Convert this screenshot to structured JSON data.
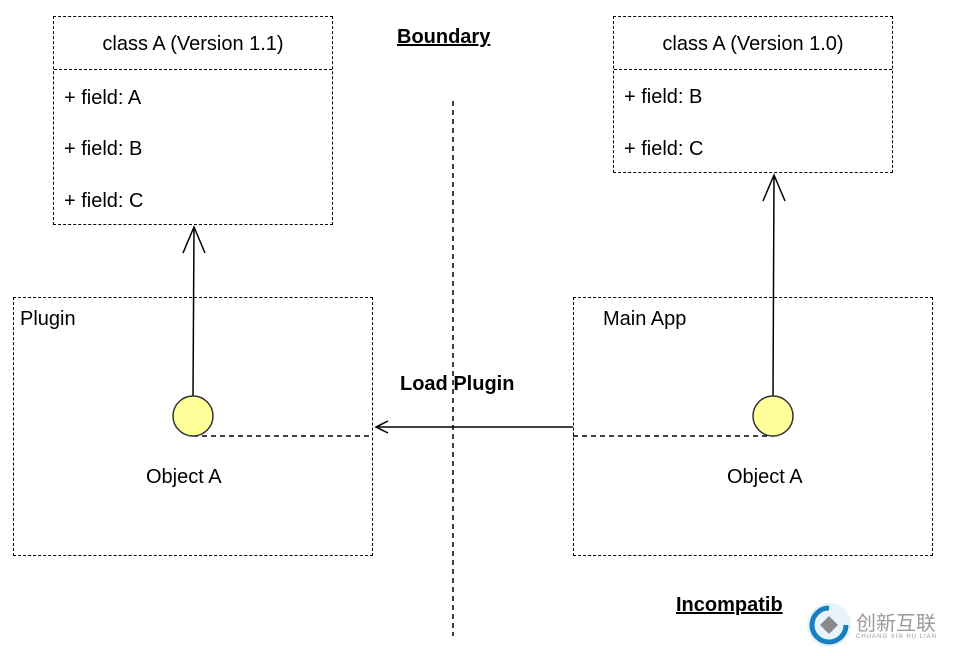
{
  "headings": {
    "boundary": "Boundary",
    "load_plugin": "Load Plugin",
    "incompatible": "Incompatib"
  },
  "class_left": {
    "title": "class A (Version 1.1)",
    "fields": [
      "+ field: A",
      "+ field: B",
      "+ field: C"
    ]
  },
  "class_right": {
    "title": "class A (Version 1.0)",
    "fields": [
      "+ field: B",
      "+ field: C"
    ]
  },
  "containers": {
    "plugin": {
      "label": "Plugin",
      "object_label": "Object A"
    },
    "main_app": {
      "label": "Main App",
      "object_label": "Object A"
    }
  },
  "colors": {
    "object_fill": "#ffff99",
    "object_stroke": "#333333",
    "line": "#000000",
    "watermark": "#9a9a9a"
  },
  "watermark": {
    "text": "创新互联",
    "subtext": "CHUANG XIN HU LIAN",
    "icon": "watermark-logo-icon"
  }
}
